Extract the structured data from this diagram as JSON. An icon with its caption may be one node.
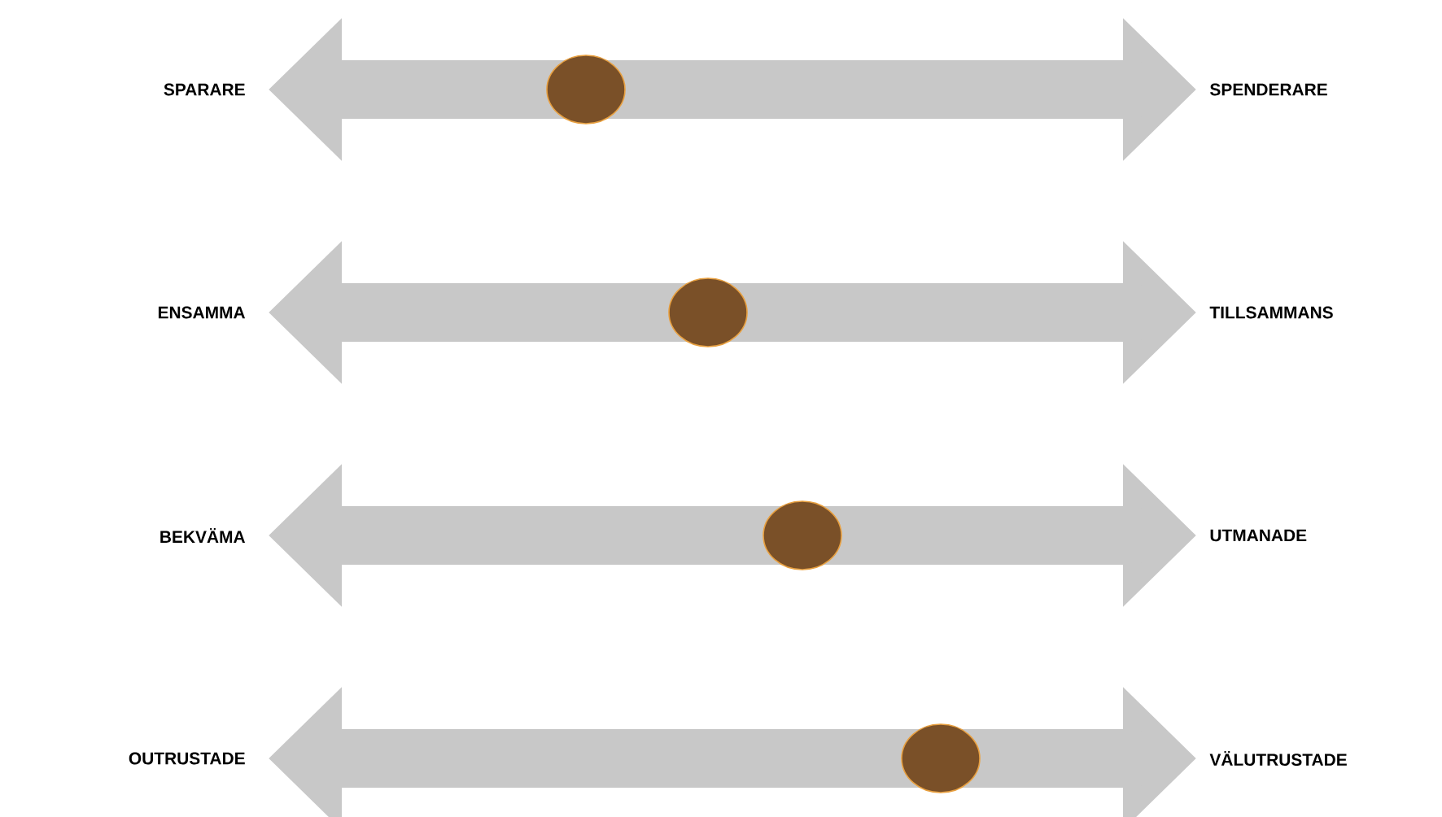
{
  "diagram": {
    "nodes": [
      {
        "text": [
          "SPARARE"
        ]
      },
      {
        "text": [
          "SPENDERARE"
        ]
      },
      {
        "text": [
          "ENSAMMA"
        ]
      },
      {
        "text": [
          "TILLSAMMANS"
        ]
      },
      {
        "text": [
          "BEKVÄMA"
        ]
      },
      {
        "text": [
          "UTMANADE"
        ]
      },
      {
        "text": [
          "OUTRUSTADE"
        ]
      },
      {
        "text": [
          "VÄLUTRUSTADE"
        ]
      }
    ],
    "edges": [
      {
        "from": 0,
        "to": 1,
        "arrow": "both"
      },
      {
        "from": 2,
        "to": 3,
        "arrow": "both"
      },
      {
        "from": 4,
        "to": 5,
        "arrow": "both"
      },
      {
        "from": 6,
        "to": 7,
        "arrow": "both"
      }
    ]
  }
}
